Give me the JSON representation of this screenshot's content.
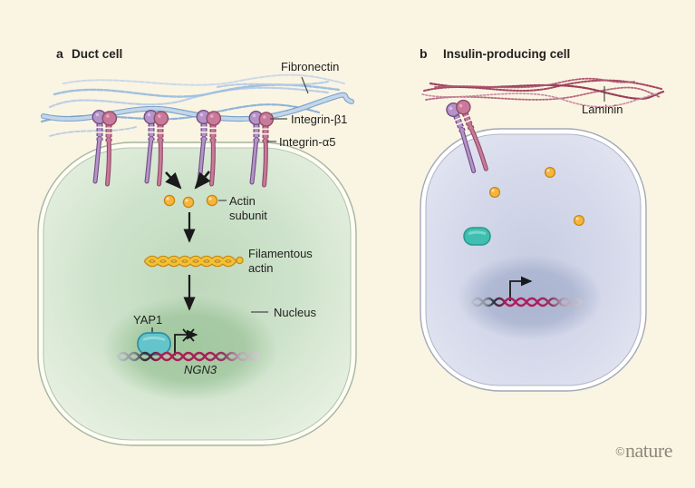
{
  "panel_a": {
    "letter": "a",
    "title": "Duct cell"
  },
  "panel_b": {
    "letter": "b",
    "title": "Insulin-producing cell"
  },
  "labels": {
    "fibronectin": "Fibronectin",
    "integrin_beta1": "Integrin-β1",
    "integrin_alpha5": "Integrin-α5",
    "actin_subunit": {
      "line1": "Actin",
      "line2": "subunit"
    },
    "filamentous_actin": {
      "line1": "Filamentous",
      "line2": "actin"
    },
    "nucleus": "Nucleus",
    "yap1": "YAP1",
    "gene": "NGN3",
    "laminin": "Laminin"
  },
  "credit": {
    "symbol": "©",
    "name": "nature"
  },
  "colors": {
    "background": "#faf4e3",
    "cell_a_fill": "#cfe3cc",
    "cell_a_nucleus": "#a3c7a0",
    "cell_b_fill": "#d9dcec",
    "cell_b_nucleus": "#aab4d0",
    "fibronectin_fiber": "#8fb3d8",
    "laminin_fiber": "#a54a64",
    "integrin_alpha": "#b593c7",
    "integrin_beta": "#c9799a",
    "actin": "#f5b53e",
    "yap1_protein": "#63c5cb",
    "dna_crimson": "#a81e56",
    "text": "#222220",
    "credit_gray": "#8e897b"
  }
}
